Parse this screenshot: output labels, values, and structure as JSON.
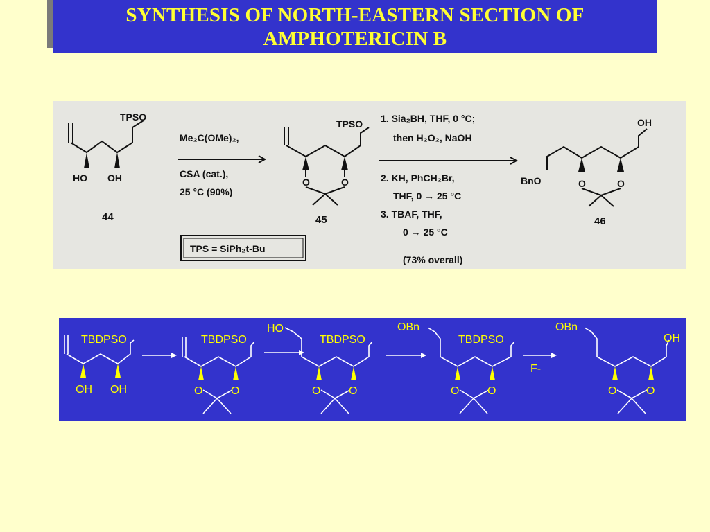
{
  "title": {
    "line1": "SYNTHESIS OF NORTH-EASTERN SECTION OF",
    "line2": "AMPHOTERICIN B"
  },
  "original_scheme": {
    "compound_44": {
      "number": "44",
      "tpso": "TPSO",
      "ho": "HO",
      "oh": "OH"
    },
    "step1": {
      "reagent_line1": "Me₂C(OMe)₂,",
      "reagent_line2": "CSA (cat.),",
      "reagent_line3": "25 °C (90%)"
    },
    "compound_45": {
      "number": "45",
      "tpso": "TPSO",
      "o1": "O",
      "o2": "O"
    },
    "step2": {
      "line1": "1.  Sia₂BH, THF, 0 °C;",
      "line2": "then H₂O₂, NaOH",
      "line3": "2.  KH, PhCH₂Br,",
      "line4": "THF, 0 → 25 °C",
      "line5": "3.  TBAF, THF,",
      "line6": "0 → 25 °C",
      "line7": "(73% overall)"
    },
    "compound_46": {
      "number": "46",
      "oh": "OH",
      "bno": "BnO",
      "o1": "O",
      "o2": "O"
    },
    "tps_definition": "TPS = SiPh₂t-Bu"
  },
  "blue_scheme": {
    "mol1": {
      "tbdpso": "TBDPSO",
      "oh1": "OH",
      "oh2": "OH"
    },
    "mol2": {
      "tbdpso": "TBDPSO",
      "o1": "O",
      "o2": "O"
    },
    "mol3": {
      "ho": "HO",
      "tbdpso": "TBDPSO",
      "o1": "O",
      "o2": "O"
    },
    "mol4": {
      "obn": "OBn",
      "tbdpso": "TBDPSO",
      "o1": "O",
      "o2": "O"
    },
    "reagent_f": "F-",
    "mol5": {
      "obn": "OBn",
      "oh": "OH",
      "o1": "O",
      "o2": "O"
    }
  }
}
